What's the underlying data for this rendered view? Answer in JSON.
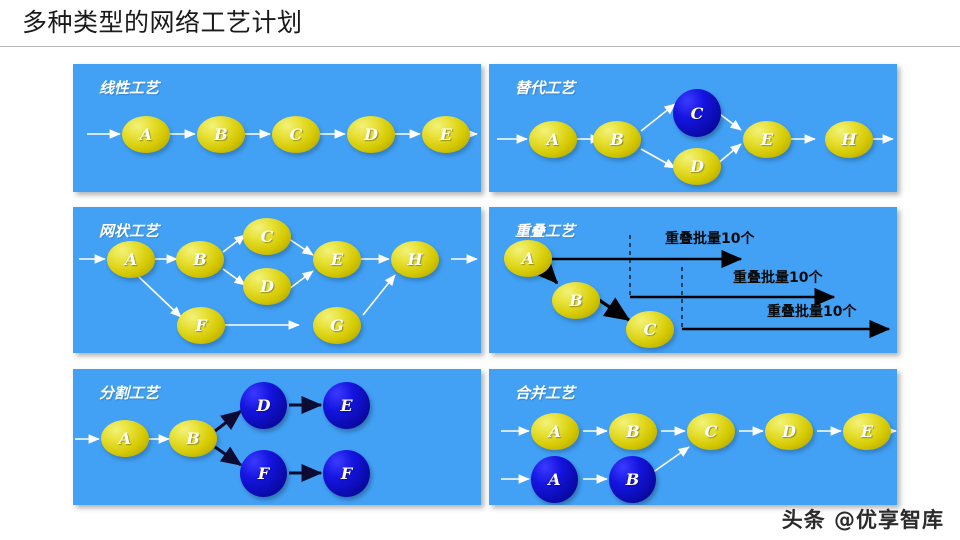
{
  "slide": {
    "title": "多种类型的网络工艺计划",
    "watermark": "头条 @优享智库",
    "accent_blue": "#42a1f5",
    "node_yellow": "#d4c800",
    "node_blue": "#0a0aa8",
    "title_color": "#1a1a1a"
  },
  "panels": [
    {
      "id": "linear",
      "title": "线性工艺",
      "nodes": [
        {
          "label": "A",
          "color": "yellow"
        },
        {
          "label": "B",
          "color": "yellow"
        },
        {
          "label": "C",
          "color": "yellow"
        },
        {
          "label": "D",
          "color": "yellow"
        },
        {
          "label": "E",
          "color": "yellow"
        }
      ],
      "edges": [
        "in→A",
        "A→B",
        "B→C",
        "C→D",
        "D→E",
        "E→out"
      ]
    },
    {
      "id": "alternative",
      "title": "替代工艺",
      "nodes": [
        {
          "label": "A",
          "color": "yellow"
        },
        {
          "label": "B",
          "color": "yellow"
        },
        {
          "label": "C",
          "color": "blue"
        },
        {
          "label": "D",
          "color": "yellow"
        },
        {
          "label": "E",
          "color": "yellow"
        },
        {
          "label": "H",
          "color": "yellow"
        }
      ],
      "edges": [
        "in→A",
        "A→B",
        "B→C",
        "B→D",
        "C→E",
        "D→E",
        "E→H",
        "H→out"
      ]
    },
    {
      "id": "network",
      "title": "网状工艺",
      "nodes": [
        {
          "label": "A",
          "color": "yellow"
        },
        {
          "label": "B",
          "color": "yellow"
        },
        {
          "label": "C",
          "color": "yellow"
        },
        {
          "label": "D",
          "color": "yellow"
        },
        {
          "label": "E",
          "color": "yellow"
        },
        {
          "label": "H",
          "color": "yellow"
        },
        {
          "label": "F",
          "color": "yellow"
        },
        {
          "label": "G",
          "color": "yellow"
        }
      ],
      "edges": [
        "in→A",
        "A→B",
        "A→F",
        "B→C",
        "B→D",
        "C→E",
        "D→E",
        "E→H",
        "F→G",
        "G→H",
        "H→out"
      ]
    },
    {
      "id": "overlap",
      "title": "重叠工艺",
      "nodes": [
        {
          "label": "A",
          "color": "yellow"
        },
        {
          "label": "B",
          "color": "yellow"
        },
        {
          "label": "C",
          "color": "yellow"
        }
      ],
      "edges": [
        "A→B",
        "B→C"
      ],
      "batch_labels": [
        "重叠批量10个",
        "重叠批量10个",
        "重叠批量10个"
      ]
    },
    {
      "id": "split",
      "title": "分割工艺",
      "nodes": [
        {
          "label": "A",
          "color": "yellow"
        },
        {
          "label": "B",
          "color": "yellow"
        },
        {
          "label": "D",
          "color": "blue"
        },
        {
          "label": "E",
          "color": "blue"
        },
        {
          "label": "F",
          "color": "blue"
        },
        {
          "label": "F",
          "color": "blue"
        }
      ],
      "edges": [
        "in→A",
        "A→B",
        "B→D",
        "B→F",
        "D→E",
        "F→F"
      ]
    },
    {
      "id": "merge",
      "title": "合并工艺",
      "nodes": [
        {
          "label": "A",
          "color": "yellow"
        },
        {
          "label": "B",
          "color": "yellow"
        },
        {
          "label": "C",
          "color": "yellow"
        },
        {
          "label": "D",
          "color": "yellow"
        },
        {
          "label": "E",
          "color": "yellow"
        },
        {
          "label": "A",
          "color": "blue"
        },
        {
          "label": "B",
          "color": "blue"
        }
      ],
      "edges": [
        "in→A",
        "A→B",
        "B→C",
        "C→D",
        "D→E",
        "E→out",
        "in2→A2",
        "A2→B2",
        "B2→C"
      ]
    }
  ]
}
